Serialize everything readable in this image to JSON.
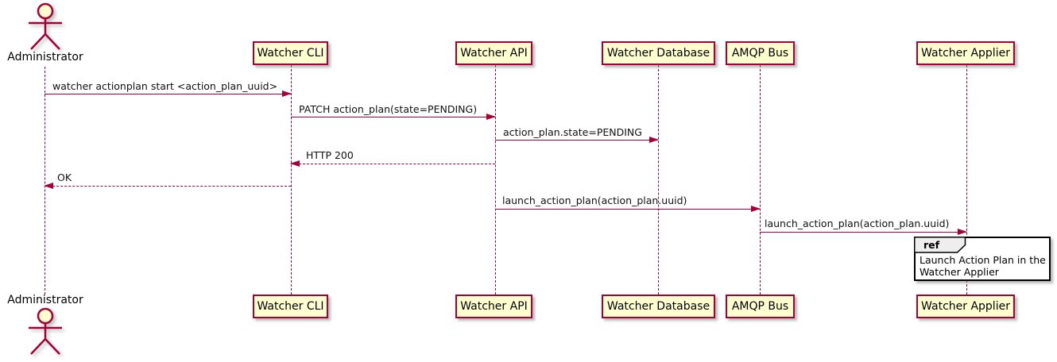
{
  "diagram": {
    "type": "sequence-diagram",
    "actor": {
      "name": "Administrator"
    },
    "participants": [
      {
        "label": "Watcher CLI"
      },
      {
        "label": "Watcher API"
      },
      {
        "label": "Watcher Database"
      },
      {
        "label": "AMQP Bus"
      },
      {
        "label": "Watcher Applier"
      }
    ],
    "messages": [
      {
        "from": "Administrator",
        "to": "Watcher CLI",
        "text": "watcher actionplan start <action_plan_uuid>",
        "style": "solid",
        "direction": "right"
      },
      {
        "from": "Watcher CLI",
        "to": "Watcher API",
        "text": "PATCH action_plan(state=PENDING)",
        "style": "solid",
        "direction": "right"
      },
      {
        "from": "Watcher API",
        "to": "Watcher Database",
        "text": "action_plan.state=PENDING",
        "style": "solid",
        "direction": "right"
      },
      {
        "from": "Watcher API",
        "to": "Watcher CLI",
        "text": "HTTP 200",
        "style": "dashed",
        "direction": "left"
      },
      {
        "from": "Watcher CLI",
        "to": "Administrator",
        "text": "OK",
        "style": "dashed",
        "direction": "left"
      },
      {
        "from": "Watcher API",
        "to": "AMQP Bus",
        "text": "launch_action_plan(action_plan.uuid)",
        "style": "solid",
        "direction": "right"
      },
      {
        "from": "AMQP Bus",
        "to": "Watcher Applier",
        "text": "launch_action_plan(action_plan.uuid)",
        "style": "solid",
        "direction": "right"
      }
    ],
    "ref": {
      "keyword": "ref",
      "over": "Watcher Applier",
      "lines": [
        "Launch Action Plan in the",
        "Watcher Applier"
      ]
    },
    "colors": {
      "line_accent": "#A80036",
      "participant_fill": "#FEFECE",
      "ref_header_fill": "#EEEEEE",
      "ref_border": "#000000",
      "text": "#000000",
      "background": "#FFFFFF"
    }
  }
}
